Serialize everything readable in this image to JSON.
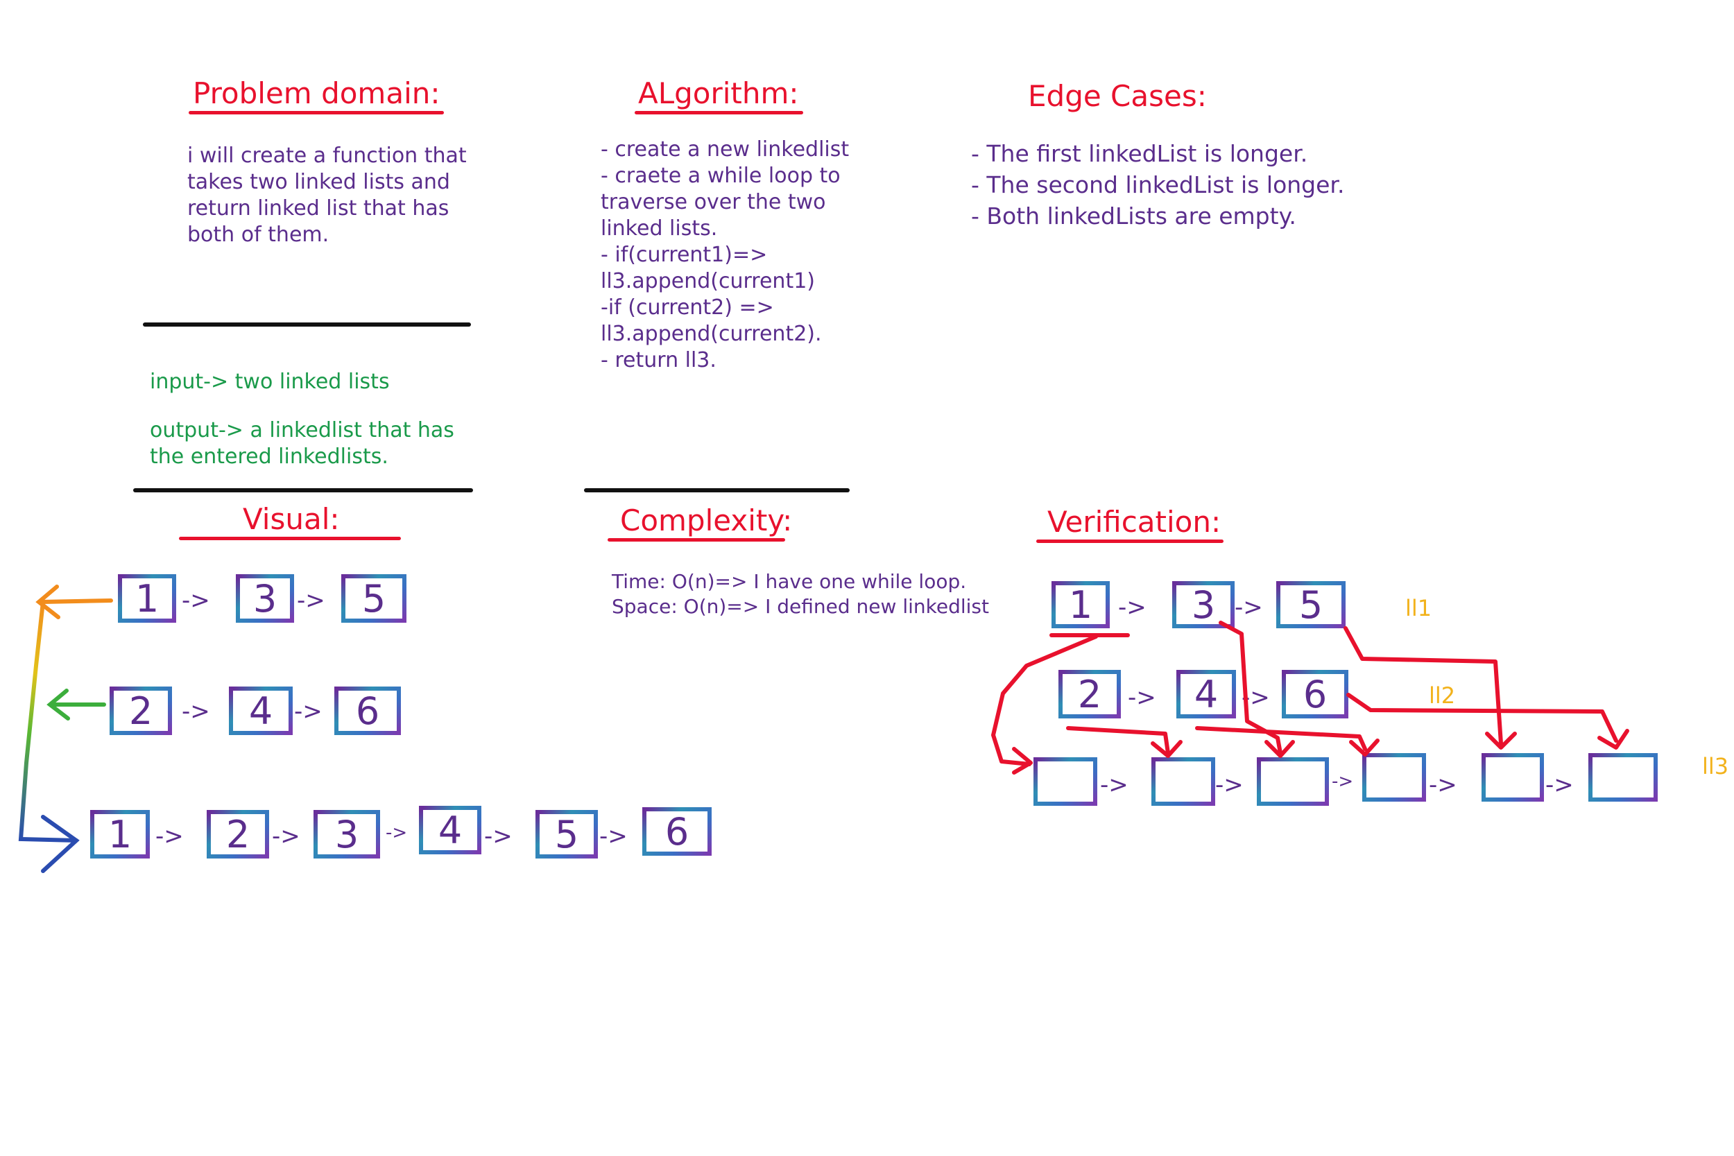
{
  "problem_domain": {
    "title": "Problem domain:",
    "text": "i will create a function that\ntakes two linked lists and\nreturn linked list that has\nboth of them.",
    "input": "input-> two linked lists",
    "output": "output-> a linkedlist that has\n the entered linkedlists."
  },
  "algorithm": {
    "title": "ALgorithm:",
    "text": "- create a new linkedlist\n- craete a while loop to\ntraverse over the two\nlinked lists.\n- if(current1)=>\nll3.append(current1)\n-if (current2) =>\nll3.append(current2).\n- return ll3."
  },
  "edge_cases": {
    "title": "Edge Cases:",
    "items": [
      "- The first linkedList is longer.",
      "- The second linkedList is longer.",
      "- Both linkedLists are empty."
    ]
  },
  "visual": {
    "title": "Visual:",
    "list1": [
      "1",
      "3",
      "5"
    ],
    "list2": [
      "2",
      "4",
      "6"
    ],
    "merged": [
      "1",
      "2",
      "3",
      "4",
      "5",
      "6"
    ],
    "arrow": "->"
  },
  "complexity": {
    "title": "Complexity:",
    "time": "Time: O(n)=> I have one while loop.",
    "space": "Space: O(n)=> I defined new linkedlist"
  },
  "verification": {
    "title": "Verification:",
    "list1": [
      "1",
      "3",
      "5"
    ],
    "list2": [
      "2",
      "4",
      "6"
    ],
    "label1": "ll1",
    "label2": "ll2",
    "label3": "ll3",
    "arrow": "->"
  },
  "colors": {
    "heading": "#e8112d",
    "text": "#5a2d8c",
    "green": "#1a9a4a",
    "label": "#f2b21c"
  }
}
